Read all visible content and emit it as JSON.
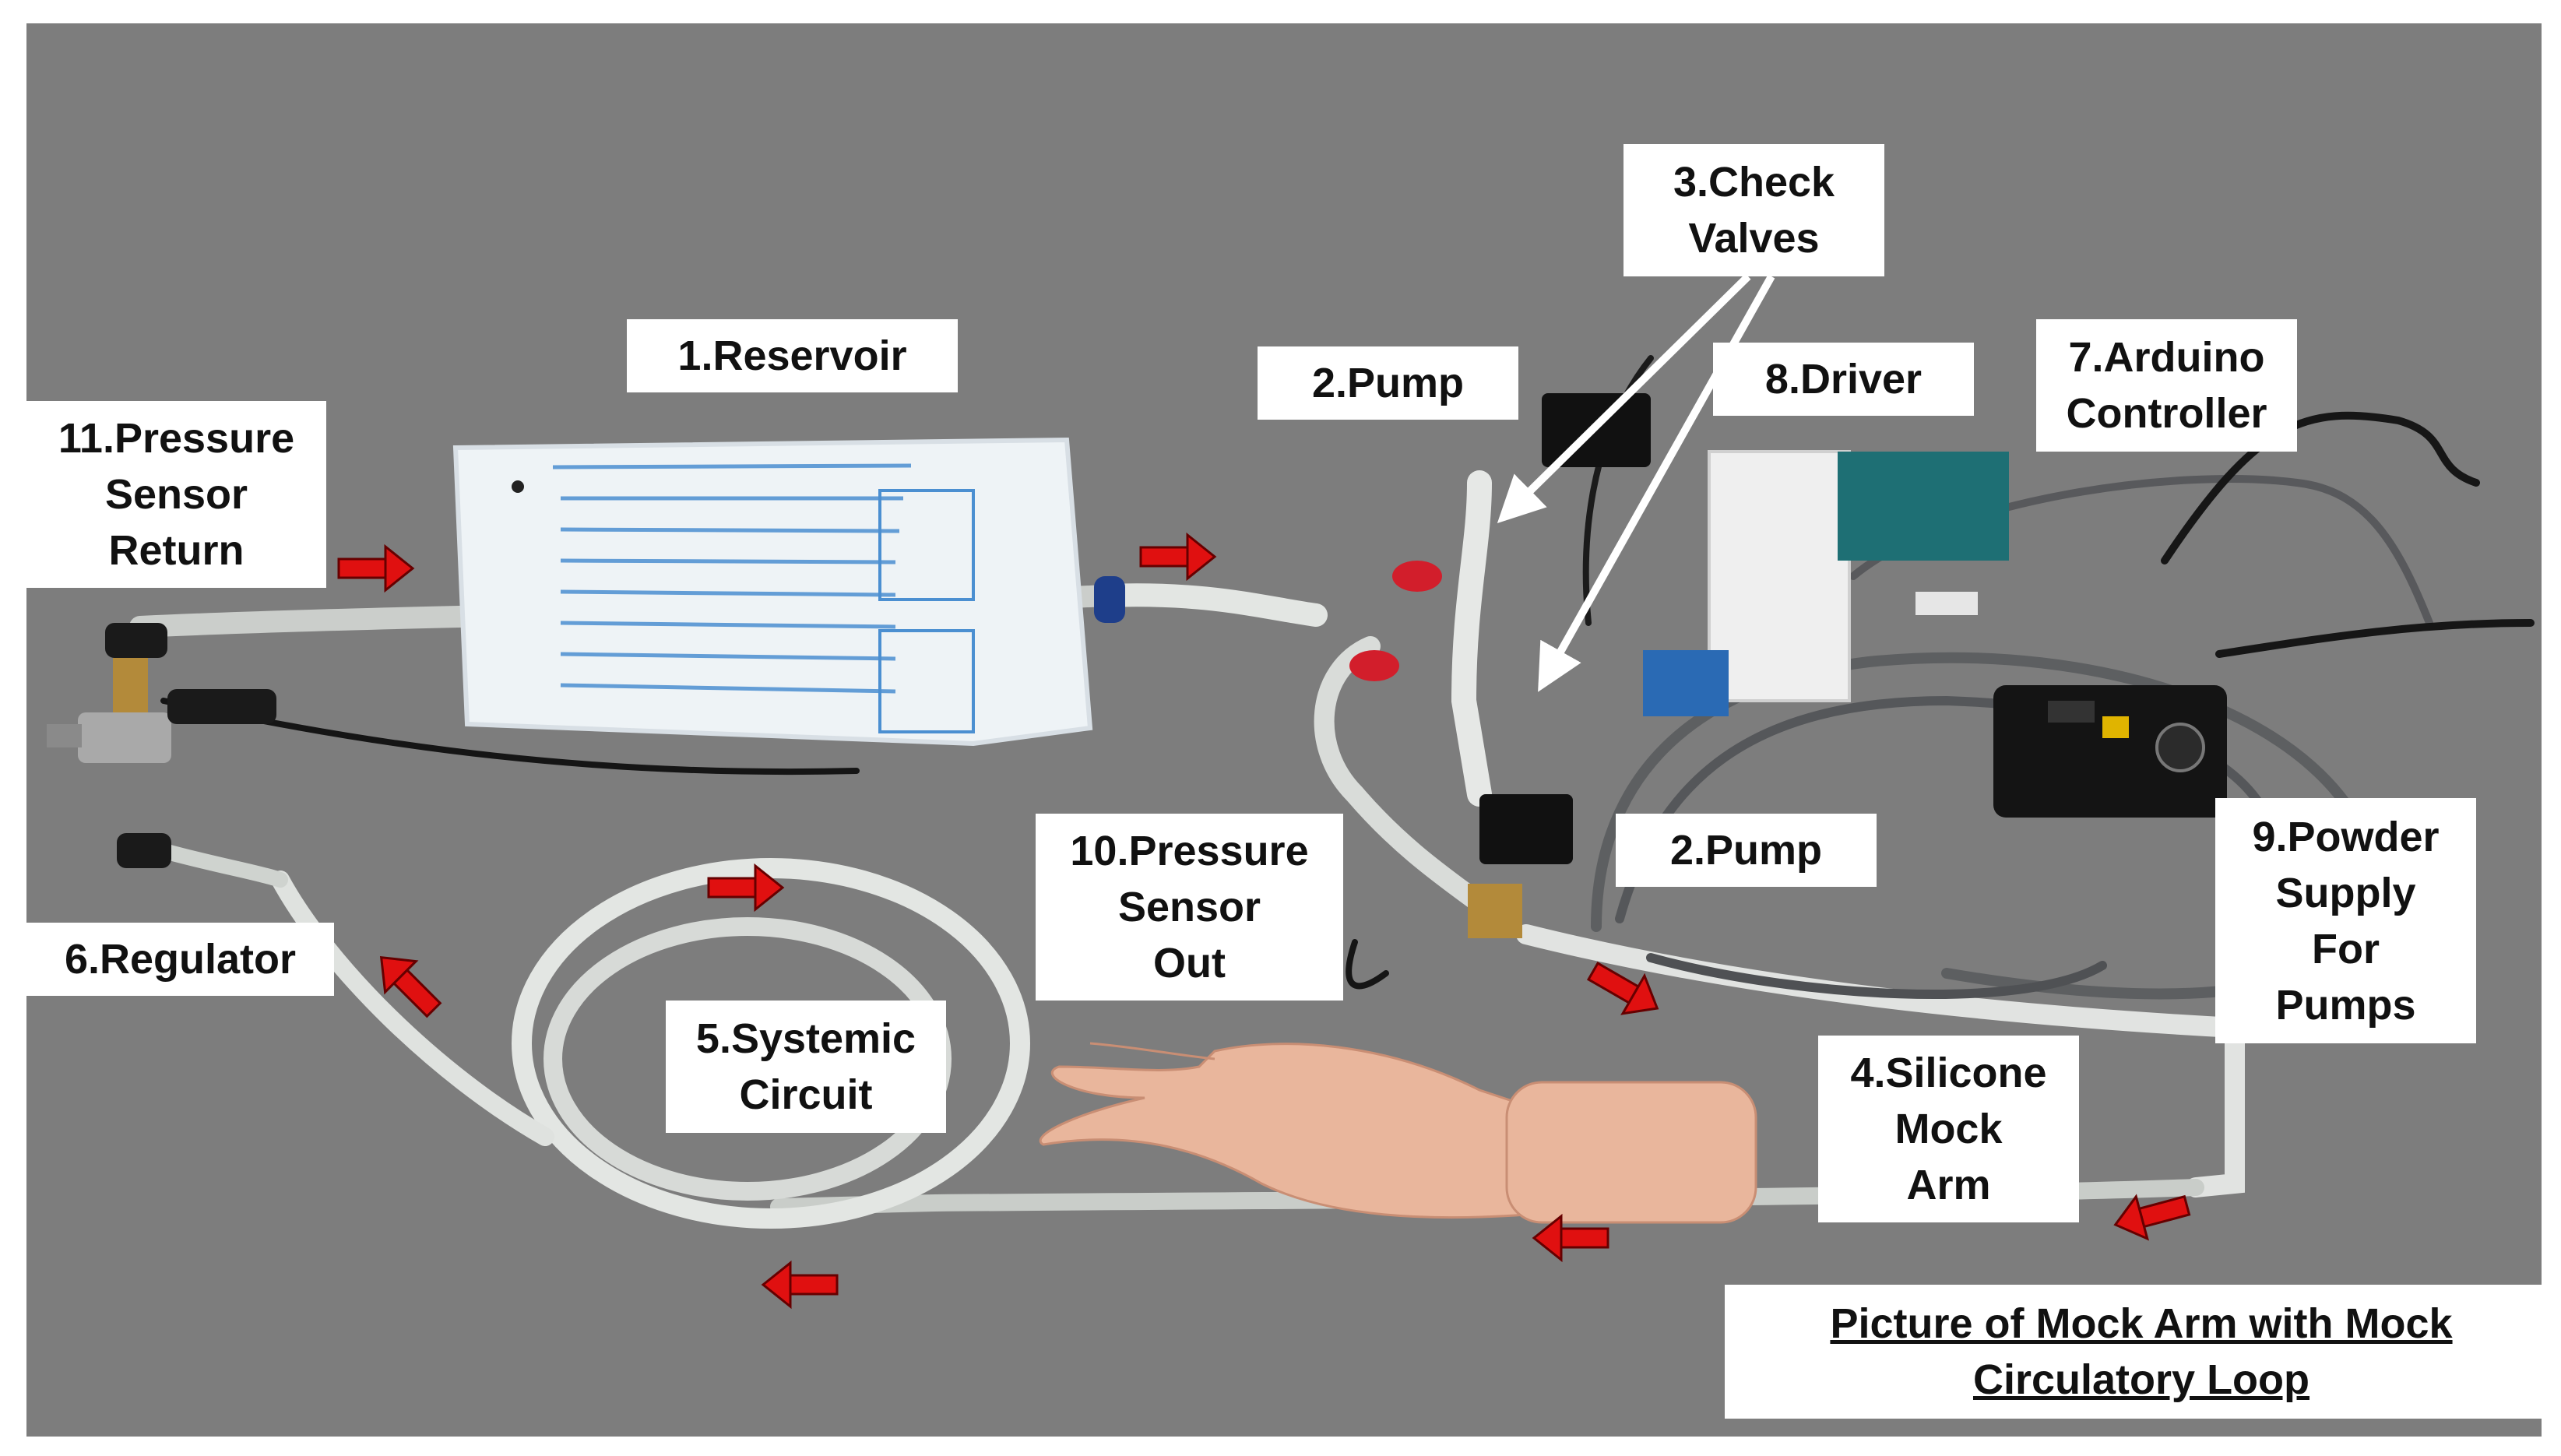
{
  "labels": {
    "reservoir": "1.Reservoir",
    "pump_top": "2.Pump",
    "check_valves": [
      "3.Check",
      "Valves"
    ],
    "driver": "8.Driver",
    "arduino": [
      "7.Arduino",
      "Controller"
    ],
    "pressure_return": [
      "11.Pressure",
      "Sensor",
      "Return"
    ],
    "pressure_out": [
      "10.Pressure",
      "Sensor",
      "Out"
    ],
    "pump_bottom": "2.Pump",
    "power_supply": [
      "9.Powder",
      "Supply",
      "For",
      "Pumps"
    ],
    "regulator": "6.Regulator",
    "systemic": [
      "5.Systemic",
      "Circuit"
    ],
    "silicone_arm": [
      "4.Silicone",
      "Mock",
      "Arm"
    ]
  },
  "caption": [
    "Picture of Mock Arm with Mock",
    "Circulatory Loop"
  ],
  "colors": {
    "background": "#7d7d7d",
    "arrow": "#e01010",
    "tube": "#e9ece9"
  }
}
